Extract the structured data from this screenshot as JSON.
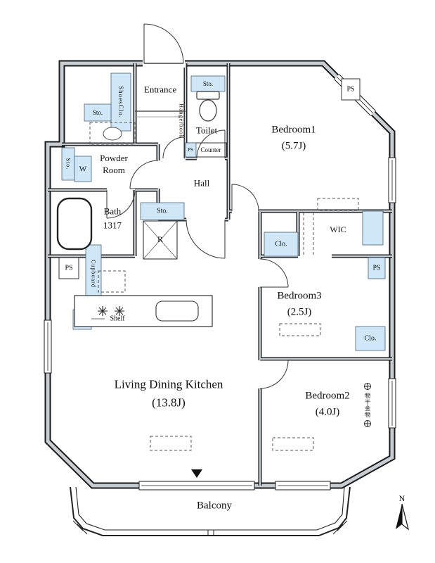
{
  "plan": {
    "rooms": {
      "entrance": {
        "name": "Entrance"
      },
      "toilet": {
        "name": "Toilet"
      },
      "bedroom1": {
        "name": "Bedroom1",
        "size": "(5.7J)"
      },
      "powder_room": {
        "name": "Powder Room"
      },
      "hall": {
        "name": "Hall"
      },
      "bath": {
        "name": "Bath",
        "size": "1317"
      },
      "wic": {
        "name": "WIC"
      },
      "bedroom3": {
        "name": "Bedroom3",
        "size": "(2.5J)"
      },
      "bedroom2": {
        "name": "Bedroom2",
        "size": "(4.0J)"
      },
      "ldk": {
        "name": "Living Dining Kitchen",
        "size": "(13.8J)"
      },
      "balcony": {
        "name": "Balcony"
      }
    },
    "features": {
      "shoes_closet": "ShoesClo.",
      "storage": "Sto.",
      "hangerhook": "Hangerhook",
      "counter": "Counter",
      "pipe_space": "PS",
      "washer": "W",
      "refrigerator": "R",
      "closet": "Clo.",
      "cupboard": "Cupboard",
      "shelf": "Shelf",
      "laundry_hardware": "物干金物",
      "north_mark": "N"
    },
    "colors": {
      "storage_fill": "#cfe7f7",
      "wall_fill": "#c6cdd3",
      "line": "#1b1b1b"
    }
  }
}
